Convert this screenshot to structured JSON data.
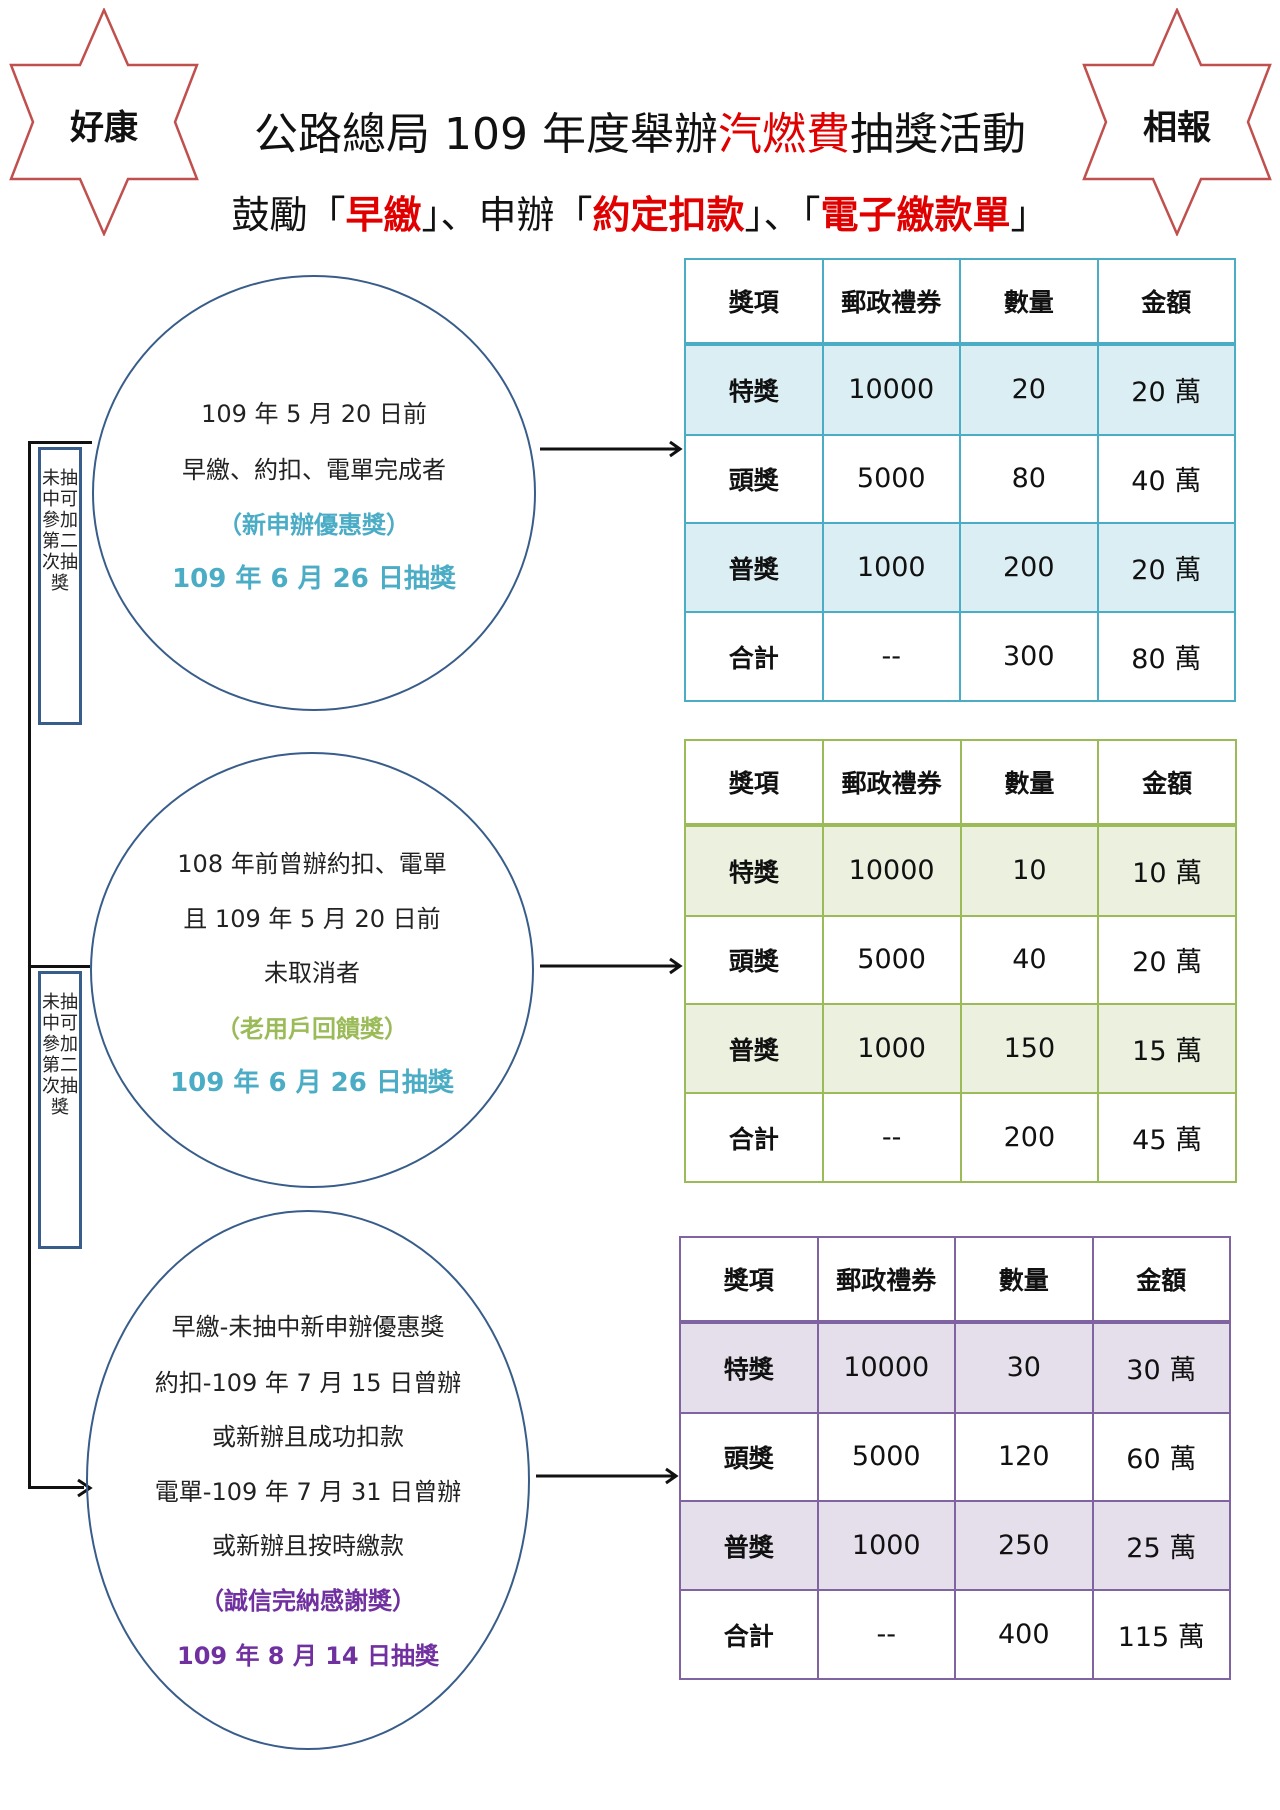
{
  "badges": {
    "left": "好康",
    "right": "相報"
  },
  "title": {
    "part1": "公路總局 109 年度舉辦",
    "highlight": "汽燃費",
    "part2": "抽獎活動"
  },
  "subtitle": {
    "p1": "鼓勵「",
    "h1": "早繳",
    "p2": "」、申辦「",
    "h2": "約定扣款",
    "p3": "」、「",
    "h3": "電子繳款單",
    "p4": "」"
  },
  "side_note": "未抽中可參加第二次抽獎",
  "colors": {
    "teal": "#4bacc6",
    "green": "#9bbb59",
    "purple": "#7030a0",
    "red": "#e00000",
    "circle": "#385d8a"
  },
  "sections": [
    {
      "lines": [
        "109 年 5 月 20 日前",
        "早繳、約扣、電單完成者"
      ],
      "award": "（新申辦優惠獎）",
      "draw_date": "109 年 6 月 26 日抽獎",
      "table": {
        "headers": [
          "獎項",
          "郵政禮券",
          "數量",
          "金額"
        ],
        "rows": [
          [
            "特獎",
            "10000",
            "20",
            "20 萬"
          ],
          [
            "頭獎",
            "5000",
            "80",
            "40 萬"
          ],
          [
            "普獎",
            "1000",
            "200",
            "20 萬"
          ],
          [
            "合計",
            "--",
            "300",
            "80 萬"
          ]
        ]
      }
    },
    {
      "lines": [
        "108 年前曾辦約扣、電單",
        "且 109 年 5 月 20 日前",
        "未取消者"
      ],
      "award": "（老用戶回饋獎）",
      "draw_date": "109 年 6 月 26 日抽獎",
      "table": {
        "headers": [
          "獎項",
          "郵政禮券",
          "數量",
          "金額"
        ],
        "rows": [
          [
            "特獎",
            "10000",
            "10",
            "10 萬"
          ],
          [
            "頭獎",
            "5000",
            "40",
            "20 萬"
          ],
          [
            "普獎",
            "1000",
            "150",
            "15 萬"
          ],
          [
            "合計",
            "--",
            "200",
            "45 萬"
          ]
        ]
      }
    },
    {
      "lines": [
        "早繳-未抽中新申辦優惠獎",
        "約扣-109 年 7 月 15 日曾辦",
        "或新辦且成功扣款",
        "電單-109 年 7 月 31 日曾辦",
        "或新辦且按時繳款"
      ],
      "award": "（誠信完納感謝獎）",
      "draw_date": "109 年 8 月 14 日抽獎",
      "table": {
        "headers": [
          "獎項",
          "郵政禮券",
          "數量",
          "金額"
        ],
        "rows": [
          [
            "特獎",
            "10000",
            "30",
            "30 萬"
          ],
          [
            "頭獎",
            "5000",
            "120",
            "60 萬"
          ],
          [
            "普獎",
            "1000",
            "250",
            "25 萬"
          ],
          [
            "合計",
            "--",
            "400",
            "115 萬"
          ]
        ]
      }
    }
  ]
}
